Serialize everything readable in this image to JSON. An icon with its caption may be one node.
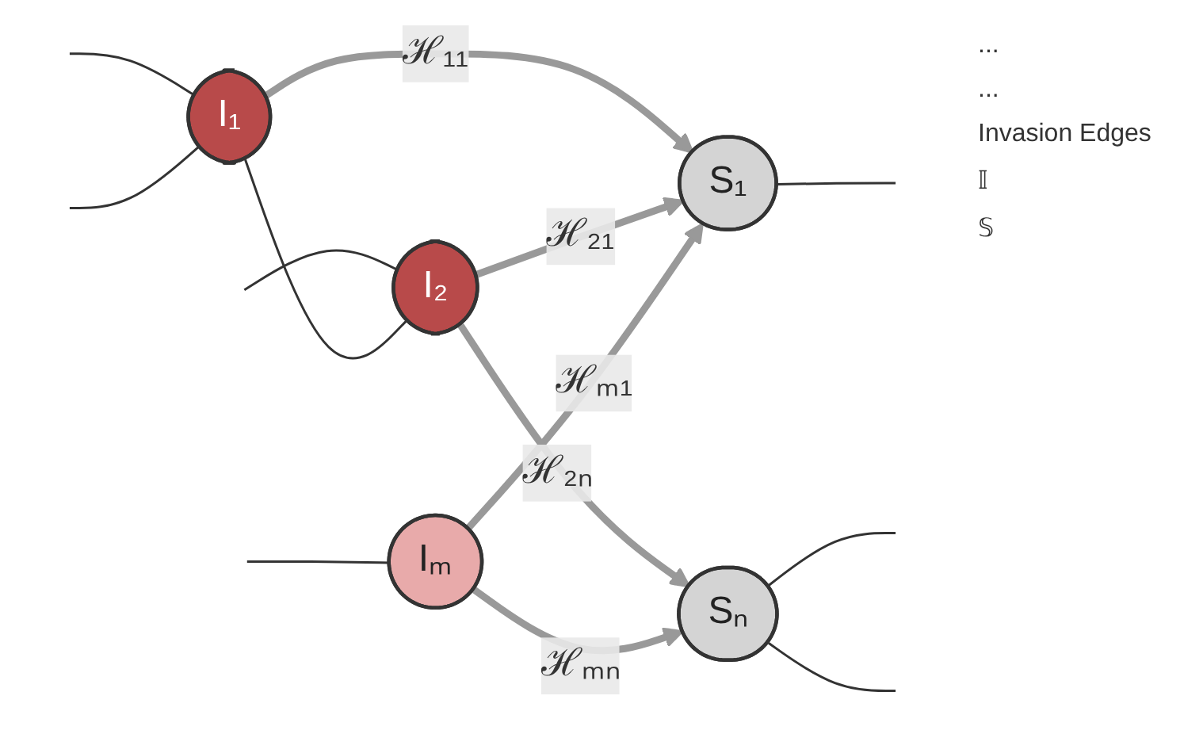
{
  "diagram": {
    "nodes": [
      {
        "text": [
          "I₁"
        ]
      },
      {
        "text": [
          "I₂"
        ]
      },
      {
        "text": [
          "Iₘ"
        ]
      },
      {
        "text": [
          "S₁"
        ]
      },
      {
        "text": [
          "Sₙ"
        ]
      }
    ],
    "edges": [
      {
        "from": null,
        "to": 0,
        "arrow": "none"
      },
      {
        "from": null,
        "to": 0,
        "arrow": "none"
      },
      {
        "from": null,
        "to": 1,
        "arrow": "none"
      },
      {
        "from": null,
        "to": 2,
        "arrow": "none"
      },
      {
        "from": 0,
        "to": 1,
        "arrow": "none"
      },
      {
        "from": 0,
        "to": 3,
        "arrow": "to",
        "label": "ℋ₁₁",
        "style": "thick",
        "color": "#999999"
      },
      {
        "from": 1,
        "to": 3,
        "arrow": "to",
        "label": "ℋ₂₁",
        "style": "thick",
        "color": "#999999"
      },
      {
        "from": 2,
        "to": 3,
        "arrow": "to",
        "label": "ℋₘ₁",
        "style": "thick",
        "color": "#999999"
      },
      {
        "from": 1,
        "to": 4,
        "arrow": "to",
        "label": "ℋ₂ₙ",
        "style": "thick",
        "color": "#999999"
      },
      {
        "from": 2,
        "to": 4,
        "arrow": "to",
        "label": "ℋₘₙ",
        "style": "thick",
        "color": "#999999"
      },
      {
        "from": 3,
        "to": null,
        "arrow": "none"
      },
      {
        "from": 4,
        "to": null,
        "arrow": "none"
      },
      {
        "from": 4,
        "to": null,
        "arrow": "none"
      }
    ],
    "labels": [
      "...",
      "...",
      "Invasion Edges",
      "𝕀",
      "𝕊"
    ]
  }
}
